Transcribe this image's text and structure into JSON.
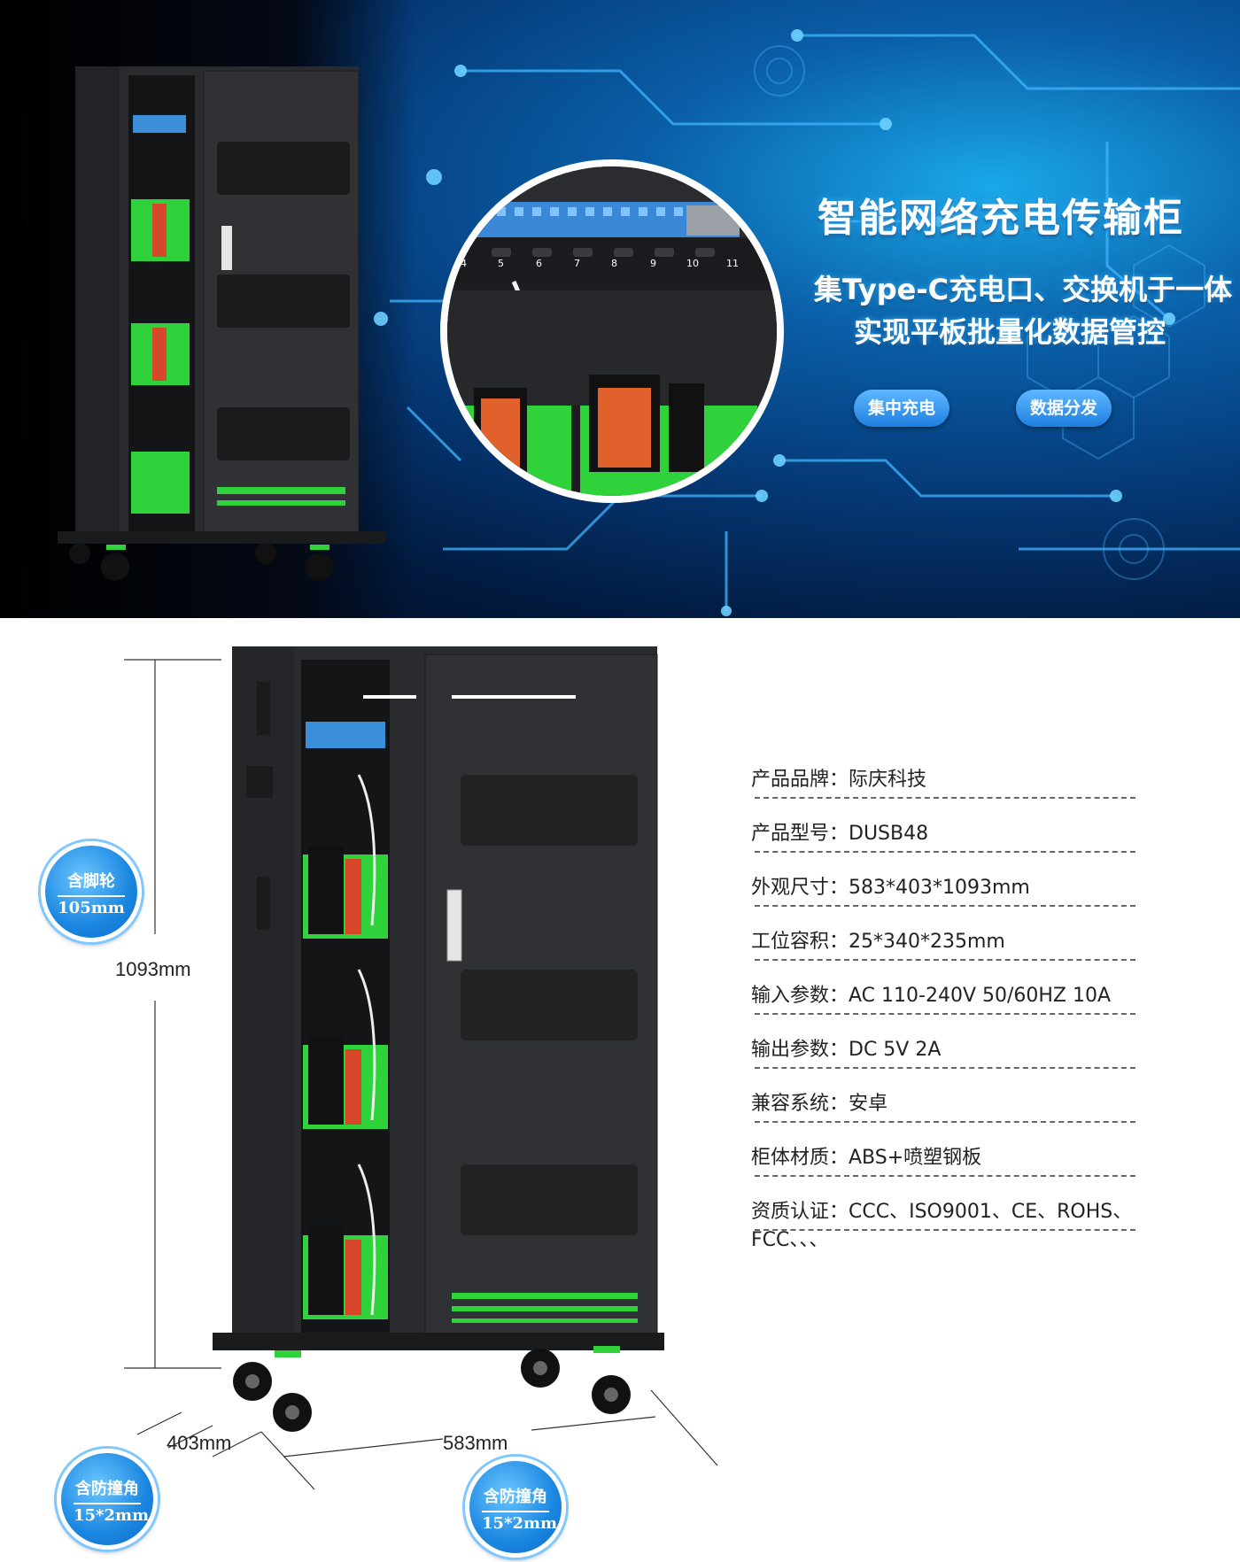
{
  "banner": {
    "title": "智能网络充电传输柜",
    "subtitle_1": "集Type-C充电口、交换机于一体",
    "subtitle_2": "实现平板批量化数据管控",
    "pills": [
      "集中充电",
      "数据分发"
    ],
    "port_numbers": [
      "4",
      "5",
      "6",
      "7",
      "8",
      "9",
      "10",
      "11"
    ]
  },
  "specs": [
    {
      "text": "产品品牌：际庆科技"
    },
    {
      "text": "产品型号：DUSB48"
    },
    {
      "text": "外观尺寸：583*403*1093mm"
    },
    {
      "text": "工位容积：25*340*235mm"
    },
    {
      "text": "输入参数：AC 110-240V 50/60HZ 10A"
    },
    {
      "text": "输出参数：DC 5V 2A"
    },
    {
      "text": "兼容系统：安卓"
    },
    {
      "text": "柜体材质：ABS+喷塑钢板"
    },
    {
      "text": "资质认证：CCC、ISO9001、CE、ROHS、FCC、、、"
    }
  ],
  "dimensions": {
    "height": "1093mm",
    "depth": "403mm",
    "width": "583mm"
  },
  "badges": {
    "wheel": {
      "line1": "含脚轮",
      "line2": "105mm"
    },
    "corner_left": {
      "line1": "含防撞角",
      "line2": "15*2mm"
    },
    "corner_right": {
      "line1": "含防撞角",
      "line2": "15*2mm"
    }
  },
  "colors": {
    "accent_green": "#2fd23a",
    "cabinet": "#2a2b2e",
    "badge_blue": "#1a86e0"
  }
}
